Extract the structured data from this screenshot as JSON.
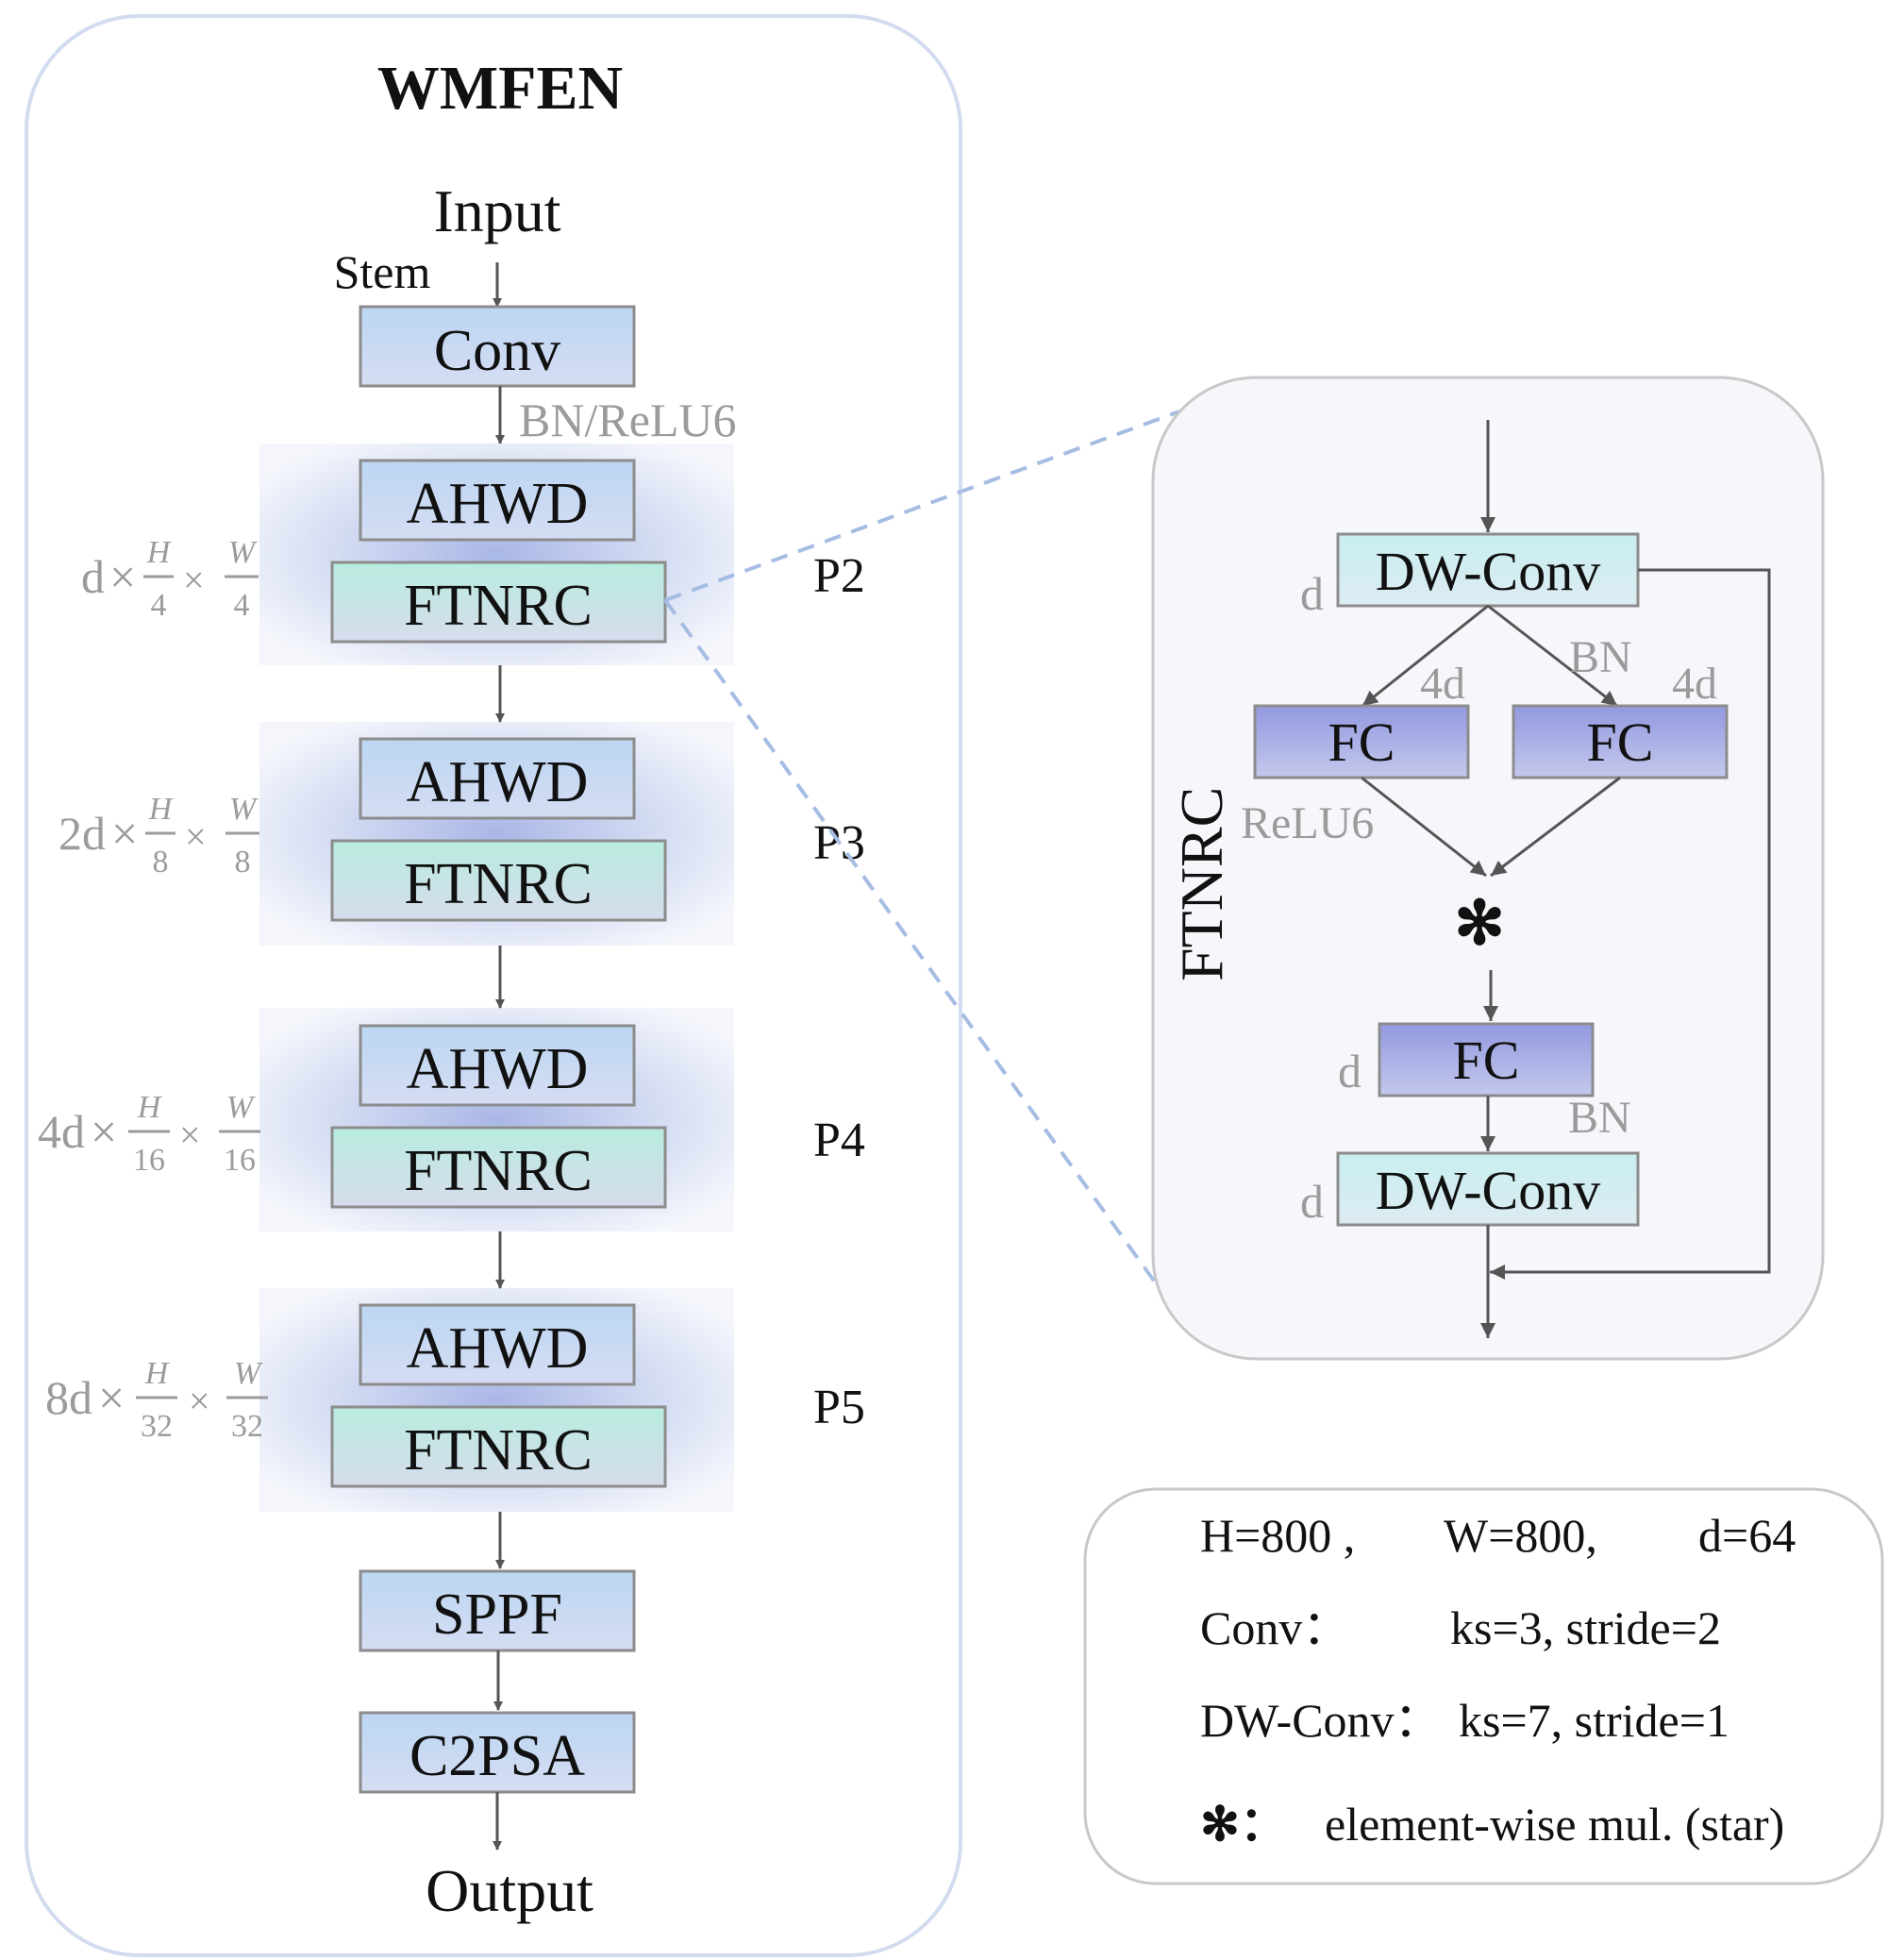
{
  "wmfen": {
    "title": "WMFEN",
    "input": "Input",
    "stem": "Stem",
    "conv": "Conv",
    "bn_relu": "BN/ReLU6",
    "stages": [
      {
        "ahwd": "AHWD",
        "ftnrc": "FTNRC",
        "label": "P2",
        "ch": "d",
        "h": "H",
        "w": "W",
        "den": "4"
      },
      {
        "ahwd": "AHWD",
        "ftnrc": "FTNRC",
        "label": "P3",
        "ch": "2d",
        "h": "H",
        "w": "W",
        "den": "8"
      },
      {
        "ahwd": "AHWD",
        "ftnrc": "FTNRC",
        "label": "P4",
        "ch": "4d",
        "h": "H",
        "w": "W",
        "den": "16"
      },
      {
        "ahwd": "AHWD",
        "ftnrc": "FTNRC",
        "label": "P5",
        "ch": "8d",
        "h": "H",
        "w": "W",
        "den": "32"
      }
    ],
    "times": "×",
    "sppf": "SPPF",
    "c2psa": "C2PSA",
    "output": "Output"
  },
  "ftnrc": {
    "title": "FTNRC",
    "dwconv_top": "DW-Conv",
    "d_top": "d",
    "bn_top": "BN",
    "fc_left": "FC",
    "fc_right": "FC",
    "dim_left": "4d",
    "dim_right": "4d",
    "relu": "ReLU6",
    "star": "✻",
    "fc_bottom": "FC",
    "d_fc": "d",
    "bn_bottom": "BN",
    "dwconv_bottom": "DW-Conv",
    "d_bottom": "d"
  },
  "legend": {
    "row1": {
      "h": "H=800 ,",
      "w": "W=800,",
      "d": "d=64"
    },
    "row2": {
      "name": "Conv：",
      "value": "ks=3, stride=2"
    },
    "row3": {
      "name": "DW-Conv：",
      "value": "ks=7, stride=1"
    },
    "row4": {
      "name": "✻：",
      "value": "element-wise mul. (star)"
    }
  },
  "colors": {
    "blue_box": "#c4d9f1",
    "teal_box": "#c4eee4",
    "fc_box": "#9ea3e3",
    "arrow": "#555555",
    "dashed": "#a6bde3"
  }
}
